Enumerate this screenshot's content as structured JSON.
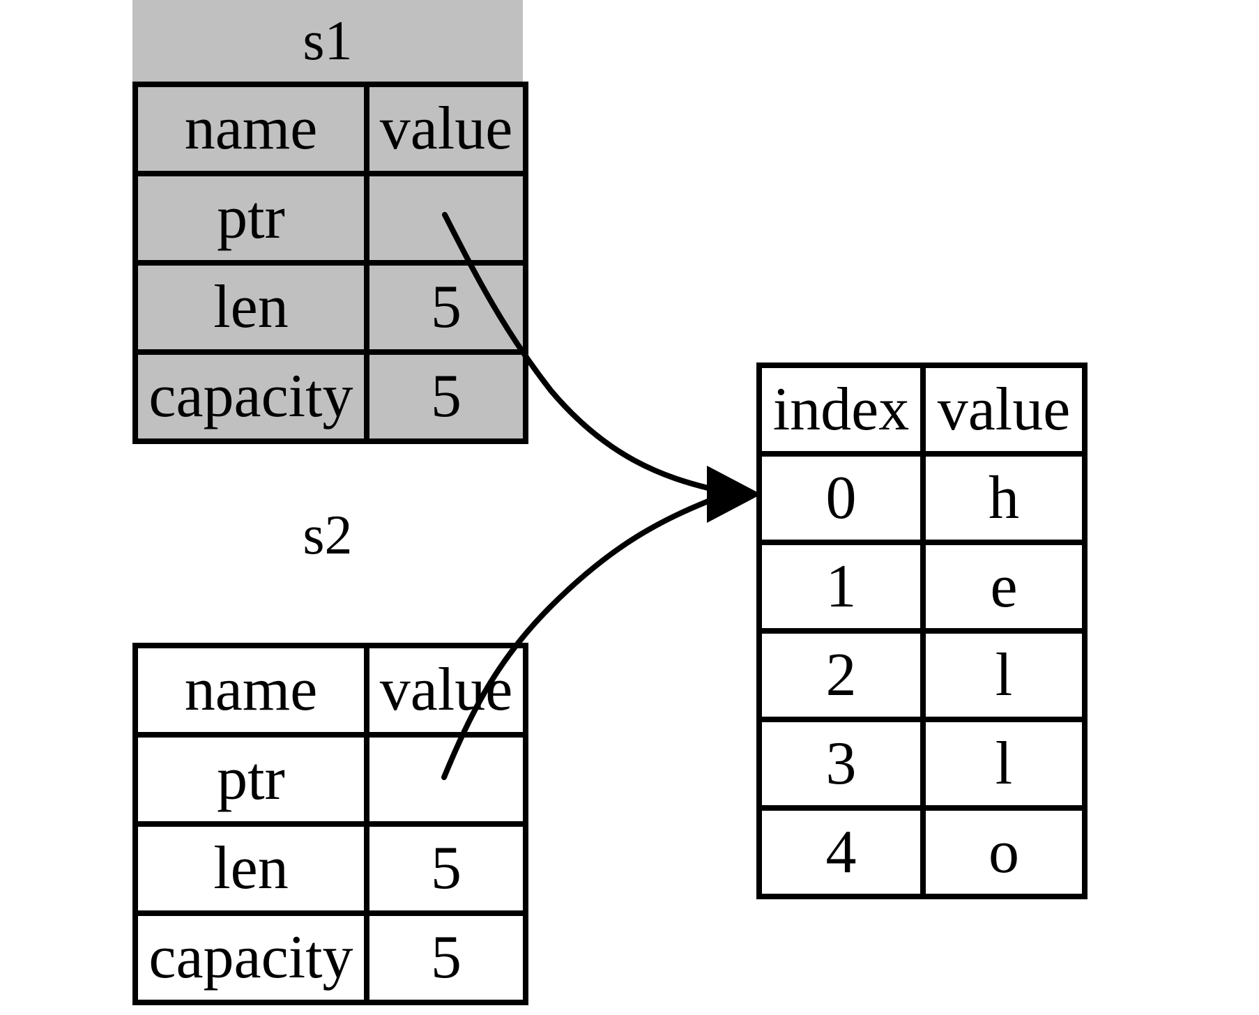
{
  "s1": {
    "title": "s1",
    "columns": [
      "name",
      "value"
    ],
    "rows": [
      [
        "ptr",
        ""
      ],
      [
        "len",
        "5"
      ],
      [
        "capacity",
        "5"
      ]
    ]
  },
  "s2": {
    "title": "s2",
    "columns": [
      "name",
      "value"
    ],
    "rows": [
      [
        "ptr",
        ""
      ],
      [
        "len",
        "5"
      ],
      [
        "capacity",
        "5"
      ]
    ]
  },
  "heap": {
    "columns": [
      "index",
      "value"
    ],
    "rows": [
      [
        "0",
        "h"
      ],
      [
        "1",
        "e"
      ],
      [
        "2",
        "l"
      ],
      [
        "3",
        "l"
      ],
      [
        "4",
        "o"
      ]
    ]
  },
  "colors": {
    "s1_fill": "#c0c0c0",
    "s2_fill": "#ffffff",
    "line": "#000000",
    "background": "#ffffff"
  }
}
